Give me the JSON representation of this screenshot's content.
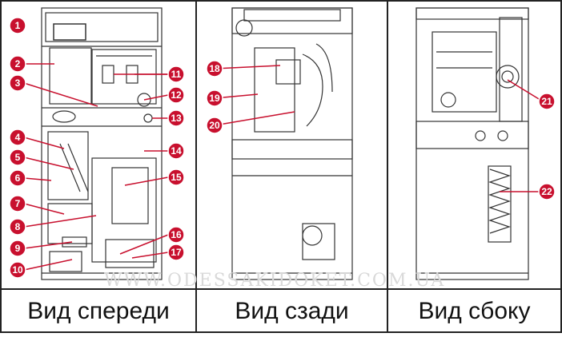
{
  "captions": {
    "front": "Вид спереди",
    "back": "Вид сзади",
    "side": "Вид сбоку"
  },
  "watermark": "WWW.ODESSAKIDOKET.COM.UA",
  "callouts": [
    "1",
    "2",
    "3",
    "4",
    "5",
    "6",
    "7",
    "8",
    "9",
    "10",
    "11",
    "12",
    "13",
    "14",
    "15",
    "16",
    "17",
    "18",
    "19",
    "20",
    "21",
    "22"
  ],
  "colors": {
    "callout": "#c8102e",
    "line": "#333333",
    "border": "#222222"
  }
}
